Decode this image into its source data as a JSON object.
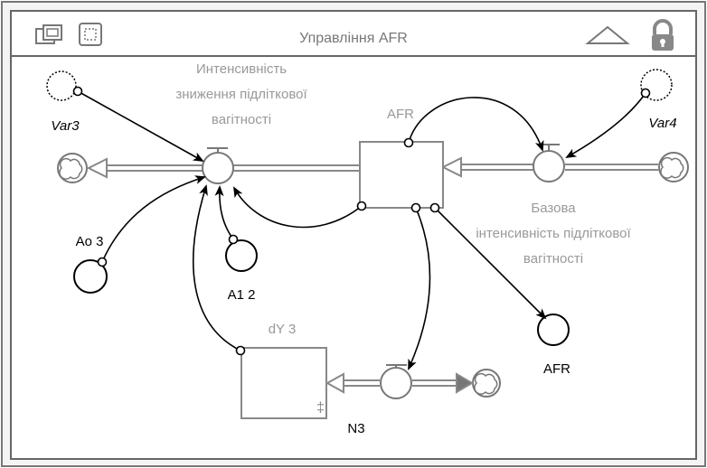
{
  "window": {
    "title": "Управління AFR"
  },
  "icons": {
    "window_mode": "window-mode-icon",
    "select": "select-frame-icon",
    "collapse": "triangle-up-icon",
    "lock": "lock-icon",
    "cloud": "cloud-icon",
    "ghost": "ghost-marker"
  },
  "diagram": {
    "stock_afr": "AFR",
    "stock_dy3": "dY 3",
    "flow_reduction": [
      "Интенсивність",
      "зниження підліткової",
      "вагітності"
    ],
    "flow_base": [
      "Базова",
      "інтенсивність підліткової",
      "вагітності"
    ],
    "flow_n3": "N3",
    "var3": "Var3",
    "var4": "Var4",
    "ao3": "Ao 3",
    "a12": "A1 2",
    "afr_converter": "AFR"
  },
  "colors": {
    "frame": "#777777",
    "grey_label": "#999999",
    "black": "#000000",
    "pipe": "#888888"
  }
}
